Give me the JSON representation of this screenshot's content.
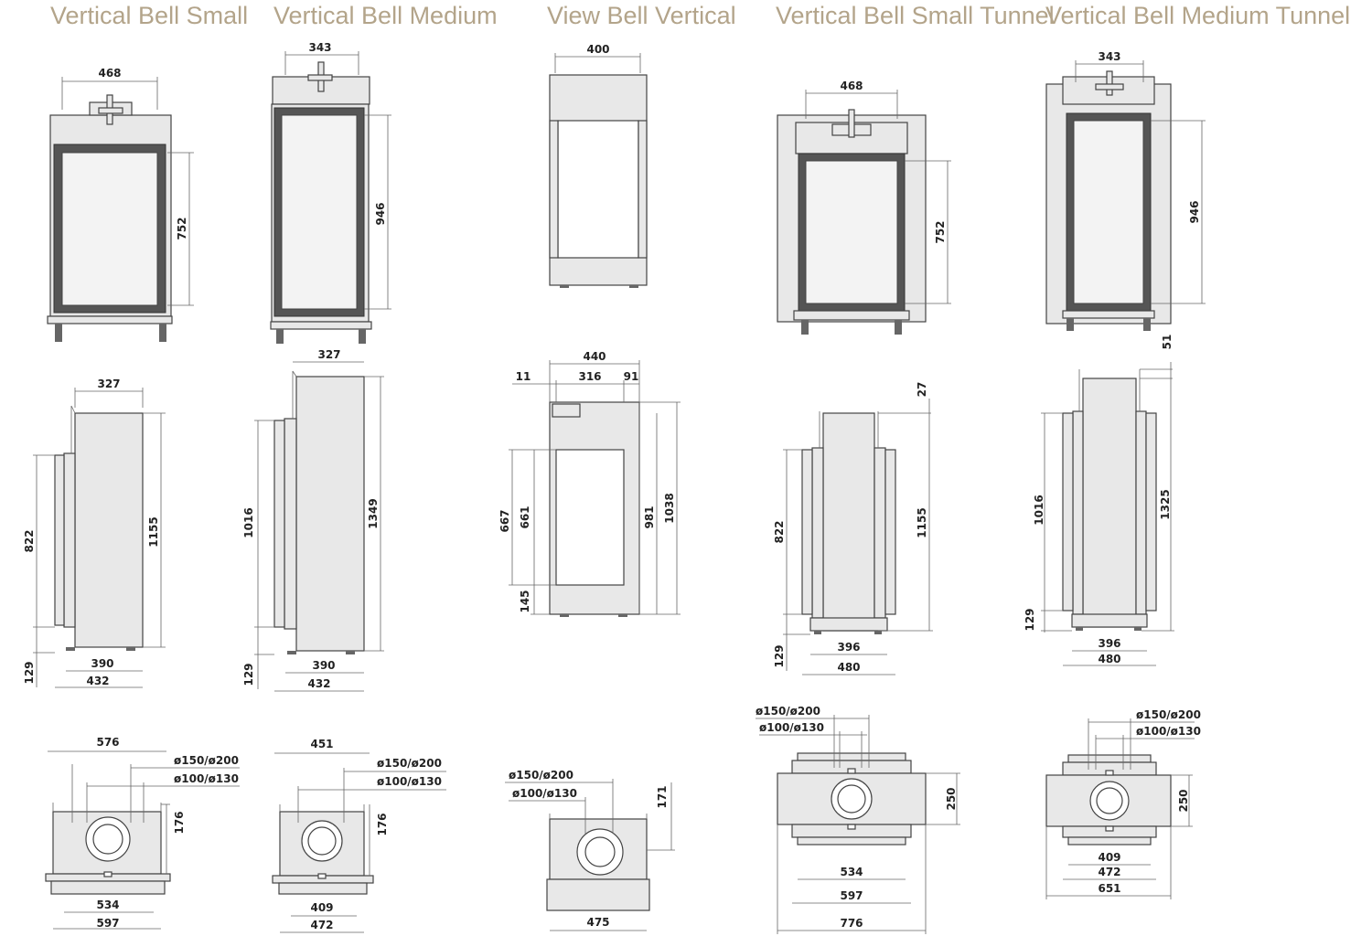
{
  "titles": [
    "Vertical Bell Small",
    "Vertical Bell Medium",
    "View Bell Vertical",
    "Vertical Bell Small Tunnel",
    "Vertical Bell Medium Tunnel"
  ],
  "dims": {
    "vbs_front_w": "468",
    "vbs_front_h": "752",
    "vbs_side_top": "327",
    "vbs_side_h": "1155",
    "vbs_side_glass": "822",
    "vbs_side_bottom": "129",
    "vbs_side_w1": "390",
    "vbs_side_w2": "432",
    "vbs_top_w": "576",
    "vbs_flue1": "ø150/ø200",
    "vbs_flue2": "ø100/ø130",
    "vbs_top_d": "176",
    "vbs_top_w2": "534",
    "vbs_top_w3": "597",
    "vbm_front_w": "343",
    "vbm_front_h": "946",
    "vbm_side_top": "327",
    "vbm_side_h": "1349",
    "vbm_side_glass": "1016",
    "vbm_side_bottom": "129",
    "vbm_side_w1": "390",
    "vbm_side_w2": "432",
    "vbm_top_w": "451",
    "vbm_flue1": "ø150/ø200",
    "vbm_flue2": "ø100/ø130",
    "vbm_top_d": "176",
    "vbm_top_w2": "409",
    "vbm_top_w3": "472",
    "vbv_front_w": "400",
    "vbv_side_w": "440",
    "vbv_side_a": "11",
    "vbv_side_b": "316",
    "vbv_side_c": "91",
    "vbv_side_h1": "667",
    "vbv_side_h2": "661",
    "vbv_side_h3": "981",
    "vbv_side_h4": "1038",
    "vbv_side_bottom": "145",
    "vbv_flue1": "ø150/ø200",
    "vbv_flue2": "ø100/ø130",
    "vbv_top_d": "171",
    "vbv_top_w": "475",
    "vbst_front_w": "468",
    "vbst_front_h": "752",
    "vbst_side_top": "27",
    "vbst_side_h": "1155",
    "vbst_side_glass": "822",
    "vbst_side_bottom": "129",
    "vbst_side_w1": "396",
    "vbst_side_w2": "480",
    "vbst_flue1": "ø150/ø200",
    "vbst_flue2": "ø100/ø130",
    "vbst_top_d": "250",
    "vbst_top_w1": "534",
    "vbst_top_w2": "597",
    "vbst_top_w3": "776",
    "vbmt_front_w": "343",
    "vbmt_front_h": "946",
    "vbmt_side_top": "51",
    "vbmt_side_h": "1325",
    "vbmt_side_glass": "1016",
    "vbmt_side_bottom": "129",
    "vbmt_side_w1": "396",
    "vbmt_side_w2": "480",
    "vbmt_flue1": "ø150/ø200",
    "vbmt_flue2": "ø100/ø130",
    "vbmt_top_d": "250",
    "vbmt_top_w1": "409",
    "vbmt_top_w2": "472",
    "vbmt_top_w3": "651"
  }
}
